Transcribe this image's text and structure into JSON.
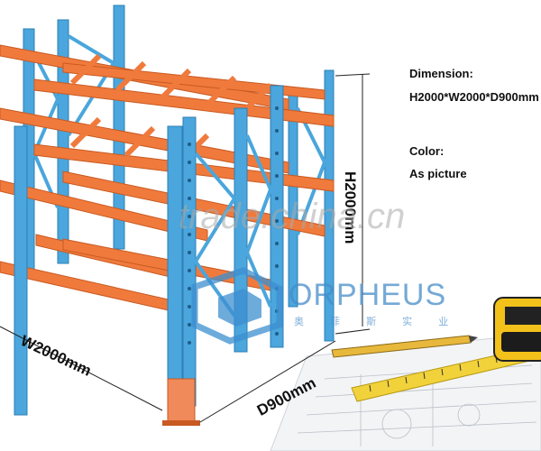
{
  "specs": {
    "dimension_label": "Dimension:",
    "dimension_value": "H2000*W2000*D900mm",
    "color_label": "Color:",
    "color_value": "As picture"
  },
  "dimensions": {
    "height": "H2000mm",
    "width": "W2000mm",
    "depth": "D900mm"
  },
  "watermark": "trade.china.cn",
  "brand": {
    "name": "ORPHEUS",
    "name_cn": "奥 菲 斯 实 业"
  },
  "colors": {
    "upright": "#4aa6dc",
    "beam": "#f07a3c",
    "upright_base": "#f08a5a"
  }
}
